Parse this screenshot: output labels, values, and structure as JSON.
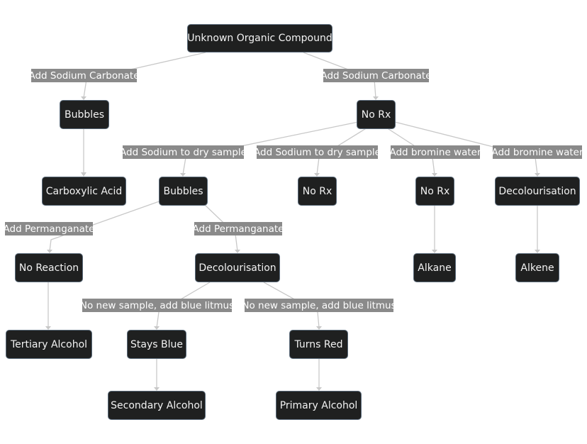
{
  "nodes": {
    "root": "Unknown Organic Compound",
    "bubbles_1": "Bubbles",
    "no_rx_1": "No Rx",
    "carboxylic_acid": "Carboxylic Acid",
    "bubbles_2": "Bubbles",
    "no_rx_2": "No Rx",
    "no_rx_3": "No Rx",
    "decolourisation_1": "Decolourisation",
    "no_reaction": "No Reaction",
    "decolourisation_2": "Decolourisation",
    "alkane": "Alkane",
    "alkene": "Alkene",
    "tertiary_alcohol": "Tertiary Alcohol",
    "stays_blue": "Stays Blue",
    "turns_red": "Turns Red",
    "secondary_alcohol": "Secondary Alcohol",
    "primary_alcohol": "Primary Alcohol"
  },
  "edge_labels": {
    "carbonate_left": "Add Sodium Carbonate",
    "carbonate_right": "Add Sodium Carbonate",
    "sodium_1": "Add Sodium to dry sample",
    "sodium_2": "Add Sodium to dry sample",
    "bromine_1": "Add bromine water",
    "bromine_2": "Add bromine water",
    "permanganate_1": "Add Permanganate",
    "permanganate_2": "Add Permanganate",
    "litmus_1": "No new sample, add blue litmus",
    "litmus_2": "No new sample, add blue litmus"
  },
  "colors": {
    "node_fill": "#1f2020",
    "node_border": "#5a6a7a",
    "node_text": "#f2f2f2",
    "edge": "#c8c8c8",
    "label_fill": "#8a8a8a"
  }
}
